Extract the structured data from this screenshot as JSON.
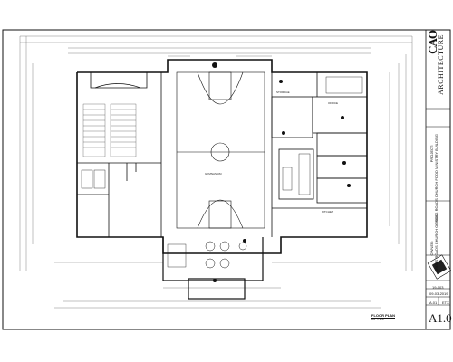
{
  "titleblock": {
    "logo": "CAO",
    "firm": "ARCHITECTURE",
    "project_header": "PROJECT:",
    "project_name": "CROSS ROADS CHURCH FOOD MINISTRY BUILDING",
    "owner_header": "OWNER:",
    "owner_name": "CROSS ROADS CHURCH OF GOD",
    "job_no": "19-003",
    "date": "09-03-2019",
    "sheet_left": "A.01",
    "sheet_right": "ETX",
    "sheet_number": "A1.0"
  },
  "plan": {
    "title": "FLOOR PLAN",
    "scale": "1/8\" = 1'-0\"",
    "room_labels": [
      "GYMNASIUM",
      "KITCHEN",
      "STORAGE",
      "OFFICE"
    ]
  }
}
